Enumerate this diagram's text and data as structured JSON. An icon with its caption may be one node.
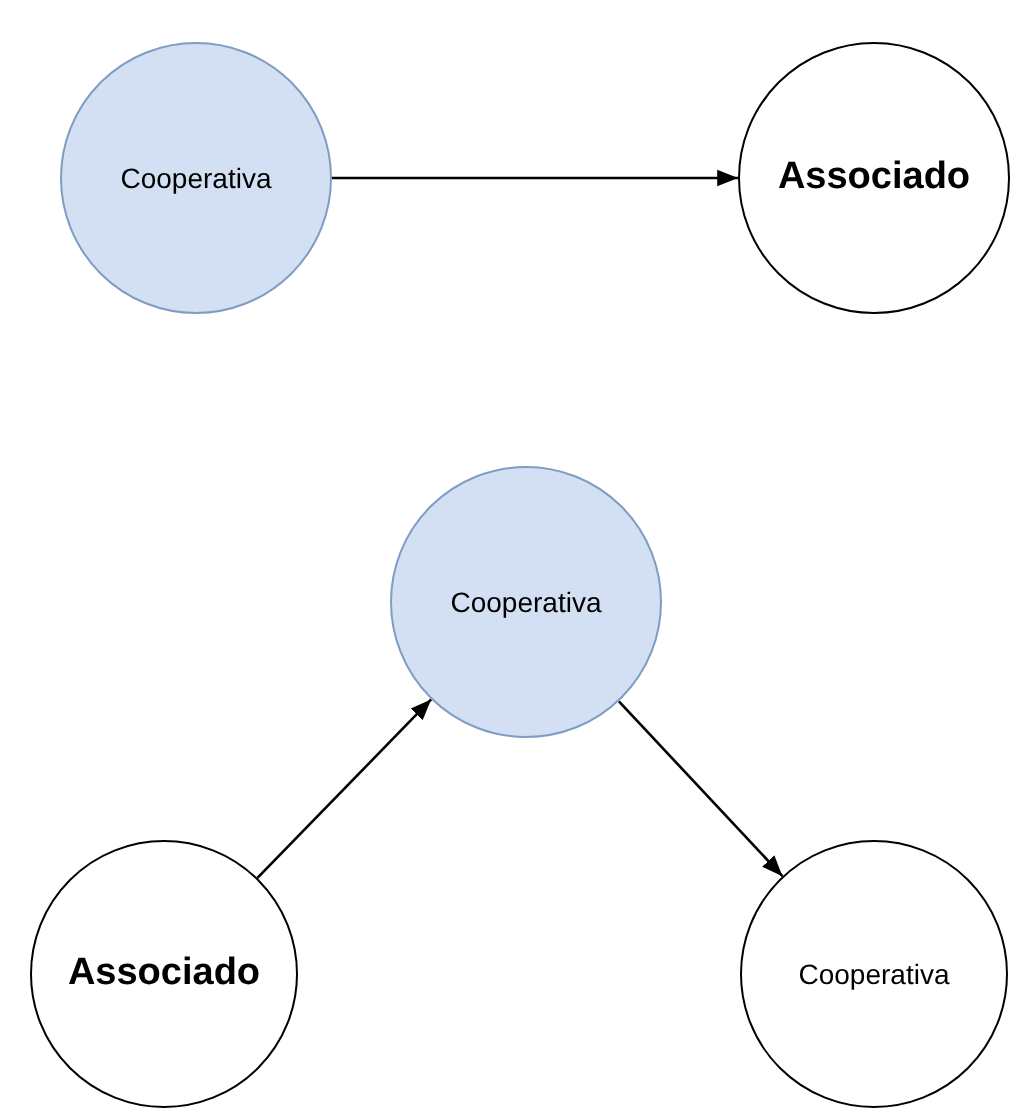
{
  "diagram": {
    "nodes": [
      {
        "text": [
          "Cooperativa"
        ]
      },
      {
        "text": [
          "Associado"
        ]
      },
      {
        "text": [
          "Cooperativa"
        ]
      },
      {
        "text": [
          "Associado"
        ]
      },
      {
        "text": [
          "Cooperativa"
        ]
      }
    ],
    "edges": [
      {
        "from": 0,
        "to": 1,
        "arrow": "to"
      },
      {
        "from": 3,
        "to": 2,
        "arrow": "to"
      },
      {
        "from": 2,
        "to": 4,
        "arrow": "to"
      }
    ]
  }
}
